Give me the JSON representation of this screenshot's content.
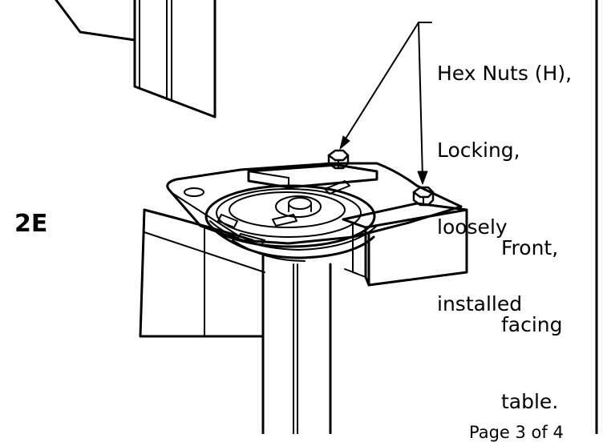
{
  "step_label": "2E",
  "callouts": {
    "hex_nuts": [
      "Hex Nuts (H),",
      "Locking,",
      "loosely",
      "installed"
    ],
    "front": [
      "Front,",
      "facing",
      "table."
    ]
  },
  "footer": {
    "page": "Page 3 of 4"
  },
  "colors": {
    "ink": "#000000",
    "paper": "#ffffff"
  },
  "icons": {
    "hex_nut": "hex-nut-icon"
  }
}
